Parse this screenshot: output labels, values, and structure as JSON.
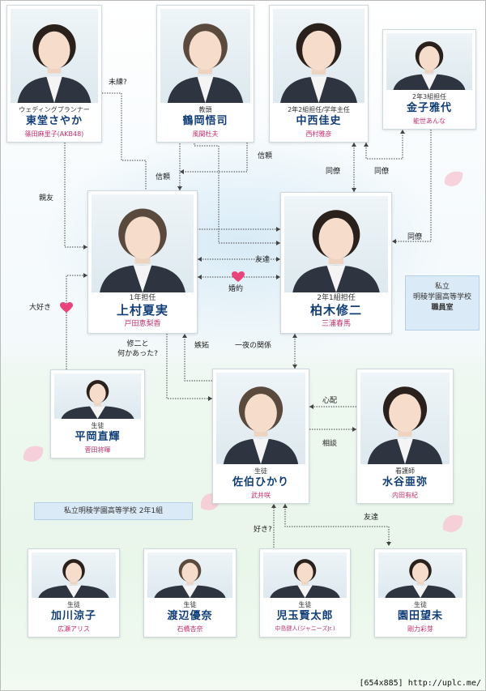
{
  "characters": {
    "todo": {
      "role": "ウェディングプランナー",
      "name": "東堂さやか",
      "actor": "篠田麻里子(AKB48)"
    },
    "tsuruoka": {
      "role": "教頭",
      "name": "鶴岡悟司",
      "actor": "風間杜夫"
    },
    "nakanishi": {
      "role": "2年2組担任/学年主任",
      "name": "中西佳史",
      "actor": "西村雅彦"
    },
    "kaneko": {
      "role": "2年3組担任",
      "name": "金子雅代",
      "actor": "能世あんな"
    },
    "uemura": {
      "role": "1年担任",
      "name": "上村夏実",
      "actor": "戸田恵梨香"
    },
    "kashiwagi": {
      "role": "2年1組担任",
      "name": "柏木修二",
      "actor": "三浦春馬"
    },
    "hiraoka": {
      "role": "生徒",
      "name": "平岡直輝",
      "actor": "菅田将暉"
    },
    "saeki": {
      "role": "生徒",
      "name": "佐伯ひかり",
      "actor": "武井咲"
    },
    "mizutani": {
      "role": "看護師",
      "name": "水谷亜弥",
      "actor": "内田有紀"
    },
    "kagawa": {
      "role": "生徒",
      "name": "加川涼子",
      "actor": "広瀬アリス"
    },
    "watanabe": {
      "role": "生徒",
      "name": "渡辺優奈",
      "actor": "石橋杏奈"
    },
    "kodama": {
      "role": "生徒",
      "name": "児玉賢太郎",
      "actor": "中島健人(ジャニーズJr.)"
    },
    "sonoda": {
      "role": "生徒",
      "name": "園田望未",
      "actor": "剛力彩芽"
    }
  },
  "relations": {
    "miren": "未練?",
    "shinrai1": "信頼",
    "shinrai2": "信頼",
    "douryou1": "同僚",
    "douryou2": "同僚",
    "douryou3": "同僚",
    "shinyuu": "親友",
    "tomodachi1": "友達",
    "konyaku": "婚約",
    "daisuki": "大好き",
    "nanika1": "修二と",
    "nanika2": "何かあった?",
    "shitto": "嫉妬",
    "ichiya": "一夜の関係",
    "shinpai": "心配",
    "soudan": "相談",
    "tomodachi2": "友達",
    "suki": "好き?"
  },
  "labels": {
    "staffroom_line1": "私立",
    "staffroom_line2": "明稜学園高等学校",
    "staffroom_line3": "職員室",
    "class_label": "私立明稜学園高等学校 2年1組"
  },
  "watermark": "[654x885] http://uplc.me/",
  "colors": {
    "name": "#123e78",
    "actor": "#c0306f",
    "heart": "#e8437a",
    "line": "#444444"
  }
}
